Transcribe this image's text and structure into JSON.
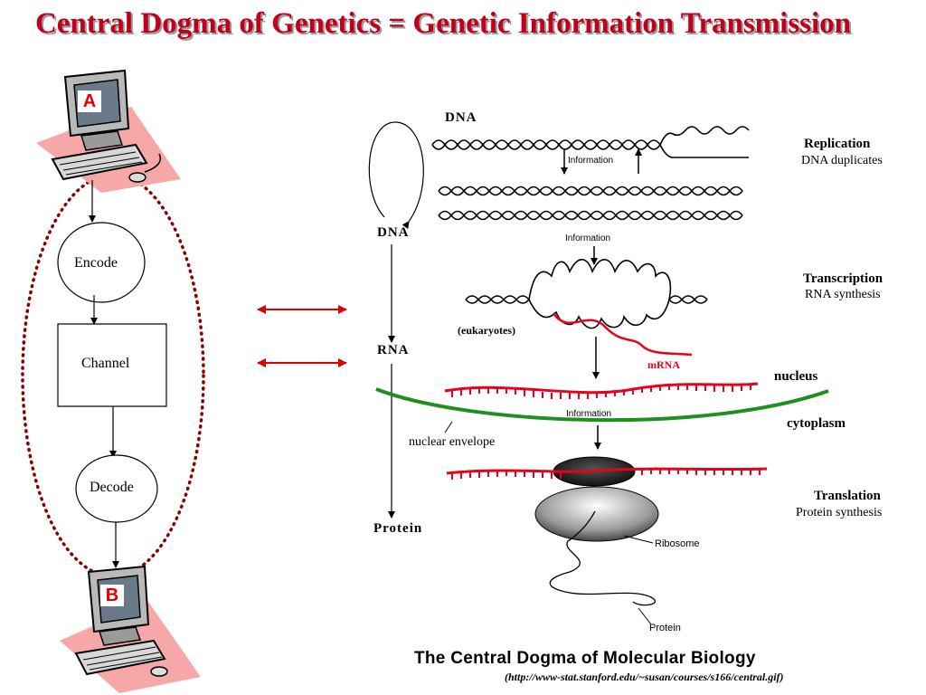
{
  "title": "Central Dogma of Genetics  = Genetic Information Transmission",
  "communication_model": {
    "sender_label": "A",
    "receiver_label": "B",
    "steps": [
      "Encode",
      "Channel",
      "Decode"
    ]
  },
  "central_dogma": {
    "molecules": [
      "DNA",
      "DNA",
      "RNA",
      "Protein"
    ],
    "information_label": "Information",
    "stages": [
      {
        "name": "Replication",
        "subtitle": "DNA duplicates"
      },
      {
        "name": "Transcription",
        "subtitle": "RNA synthesis"
      },
      {
        "name": "Translation",
        "subtitle": "Protein synthesis"
      }
    ],
    "eukaryotes_label": "(eukaryotes)",
    "mrna_label": "mRNA",
    "nucleus_label": "nucleus",
    "cytoplasm_label": "cytoplasm",
    "nuclear_envelope_label": "nuclear envelope",
    "ribosome_label": "Ribosome",
    "protein_label": "Protein"
  },
  "footer": {
    "figure_title": "The Central Dogma of Molecular Biology",
    "source": "(http://www-stat.stanford.edu/~susan/courses/s166/central.gif)"
  },
  "colors": {
    "title": "#c0001a",
    "rna": "#e8001c",
    "envelope": "#1f8f1f",
    "dotted_ellipse": "#8b0000",
    "computer_pad": "#f6a8a8"
  }
}
